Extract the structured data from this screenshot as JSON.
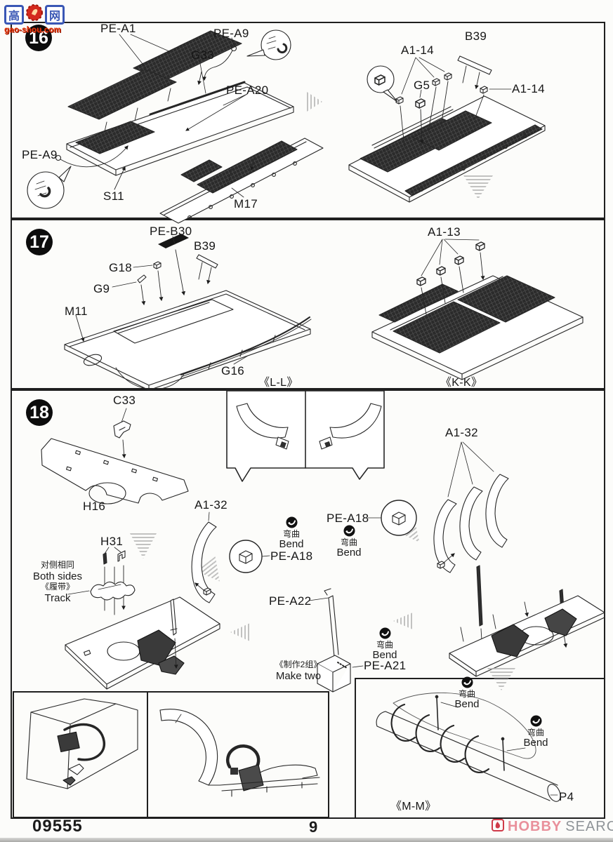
{
  "watermark": {
    "left_char": "高",
    "right_char": "网",
    "site": "gao-shou.com"
  },
  "bend": {
    "cn": "弯曲",
    "en": "Bend"
  },
  "step16": {
    "number": "16",
    "labels": {
      "pe_a1": "PE-A1",
      "pe_a9_top": "PE-A9",
      "g33": "G33",
      "pe_a20": "PE-A20",
      "pe_a9_left": "PE-A9",
      "s11": "S11",
      "m17": "M17",
      "a1_14_top": "A1-14",
      "b39": "B39",
      "g5": "G5",
      "a1_14_right": "A1-14"
    }
  },
  "step17": {
    "number": "17",
    "labels": {
      "pe_b30": "PE-B30",
      "b39": "B39",
      "g18": "G18",
      "g9": "G9",
      "m11": "M11",
      "g16": "G16",
      "a1_13": "A1-13"
    },
    "views": {
      "ll": "《L-L》",
      "kk": "《K-K》"
    }
  },
  "step18": {
    "number": "18",
    "labels": {
      "c33": "C33",
      "h16": "H16",
      "h31": "H31",
      "a1_32_mid": "A1-32",
      "a1_32_right": "A1-32",
      "pe_a18_left": "PE-A18",
      "pe_a18_right": "PE-A18",
      "pe_a22": "PE-A22",
      "pe_a21": "PE-A21",
      "p4": "P4"
    },
    "views": {
      "mm": "《M-M》"
    },
    "notes": {
      "both_sides_cn": "对侧相同",
      "both_sides_en": "Both sides",
      "track_cn": "《履带》",
      "track_en": "Track",
      "make_two_cn": "《制作2组》",
      "make_two_en": "Make two"
    }
  },
  "footer": {
    "kit_number": "09555",
    "page_number": "9",
    "brand_1": "HOBBY",
    "brand_2": "SEARCH"
  }
}
